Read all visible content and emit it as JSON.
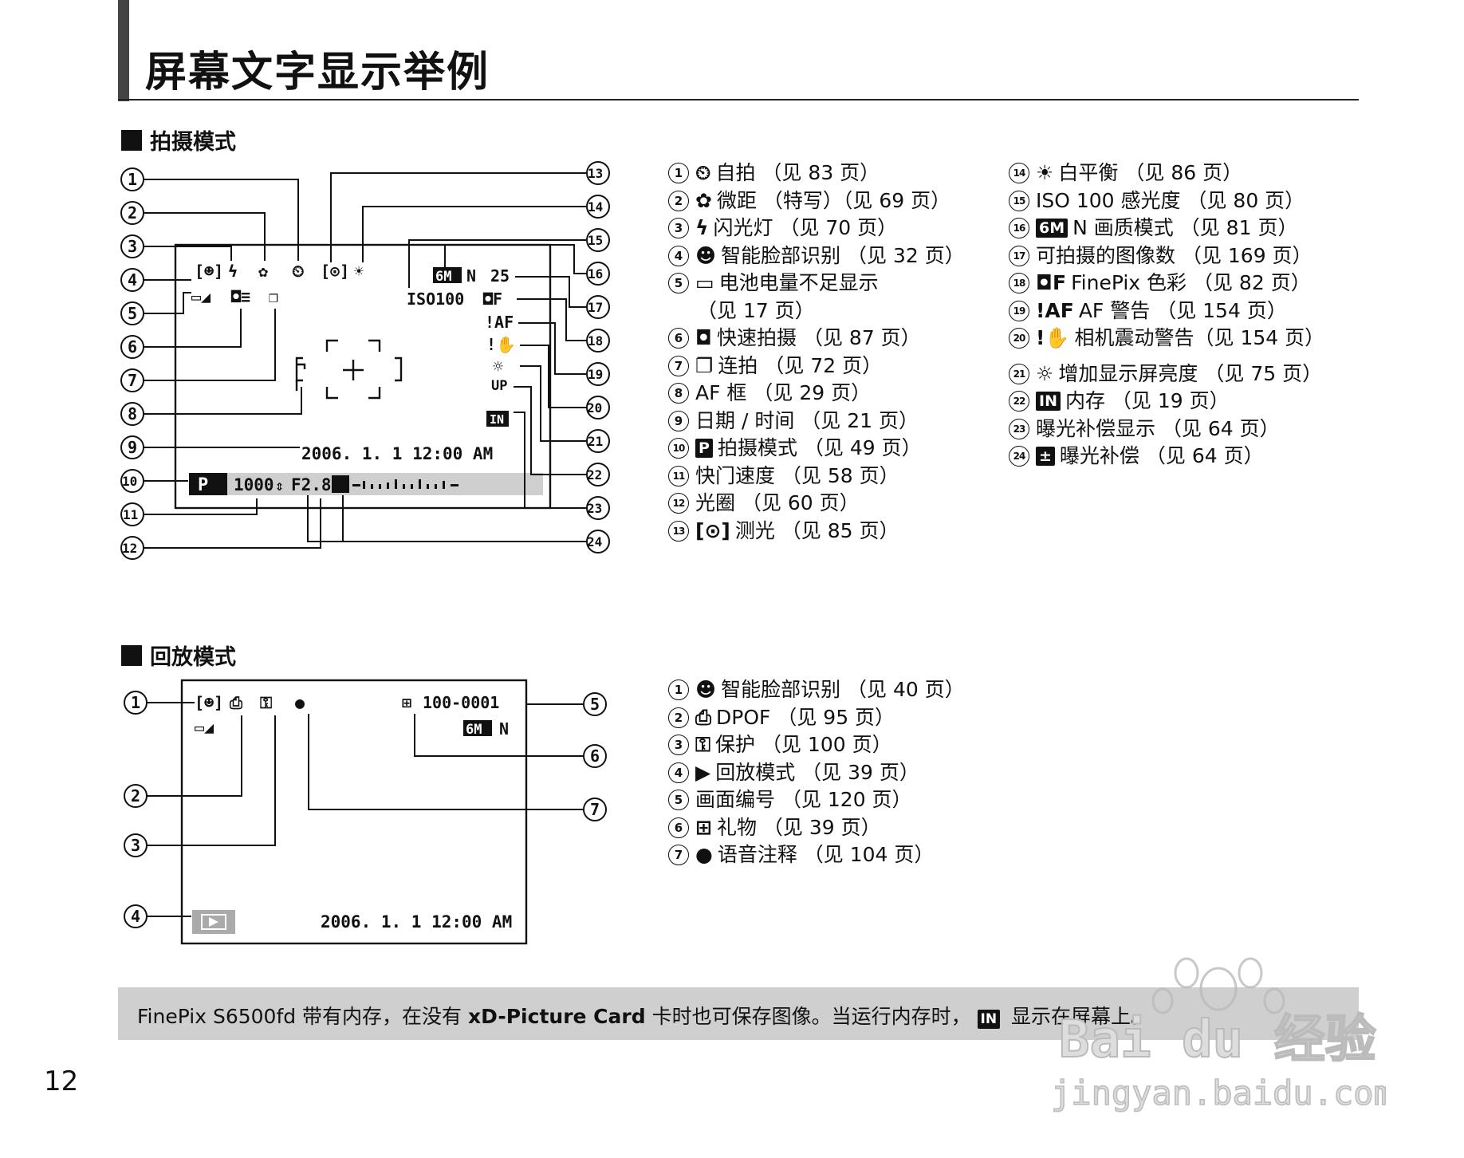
{
  "title": "屏幕文字显示举例",
  "shooting": {
    "heading": "拍摄模式",
    "screen": {
      "iso": "ISO100",
      "quality": "6M",
      "quality_n": "N",
      "shots": "25",
      "datetime": "2006. 1. 1   12:00 AM",
      "mode": "P",
      "shutter": "1000",
      "aperture": "F2.8",
      "af_warn": "!AF",
      "up": "UP",
      "in": "IN"
    },
    "items": [
      {
        "n": "1",
        "icon": "self-timer-icon",
        "glyph": "⏲",
        "text": "自拍 （见 83 页）"
      },
      {
        "n": "2",
        "icon": "macro-icon",
        "glyph": "✿",
        "text": "微距 （特写）（见 69 页）"
      },
      {
        "n": "3",
        "icon": "flash-icon",
        "glyph": "ϟ",
        "text": "闪光灯 （见 70 页）"
      },
      {
        "n": "4",
        "icon": "face-detect-icon",
        "glyph": "☻",
        "text": "智能脸部识别 （见 32 页）"
      },
      {
        "n": "5",
        "icon": "battery-low-icon",
        "glyph": "▭",
        "text": "电池电量不足显示"
      },
      {
        "n": "6",
        "icon": "quick-shoot-icon",
        "glyph": "◘",
        "text": "快速拍摄 （见 87 页）"
      },
      {
        "n": "7",
        "icon": "continuous-icon",
        "glyph": "❐",
        "text": "连拍 （见 72 页）"
      },
      {
        "n": "8",
        "icon": "",
        "glyph": "",
        "text": "AF 框 （见 29 页）"
      },
      {
        "n": "9",
        "icon": "",
        "glyph": "",
        "text": "日期 / 时间 （见 21 页）"
      },
      {
        "n": "10",
        "icon": "shooting-mode-icon",
        "glyph": "P",
        "text": "拍摄模式 （见 49 页）"
      },
      {
        "n": "11",
        "icon": "",
        "glyph": "",
        "text": "快门速度 （见 58 页）"
      },
      {
        "n": "12",
        "icon": "",
        "glyph": "",
        "text": "光圈 （见 60 页）"
      },
      {
        "n": "13",
        "icon": "metering-icon",
        "glyph": "[⊙]",
        "text": "测光 （见 85 页）"
      }
    ],
    "item5_cont": "（见 17 页）",
    "items_right": [
      {
        "n": "14",
        "icon": "white-balance-icon",
        "glyph": "☀",
        "text": "白平衡 （见 86 页）"
      },
      {
        "n": "15",
        "icon": "",
        "glyph": "",
        "text": "ISO 100 感光度 （见 80 页）"
      },
      {
        "n": "16",
        "icon": "quality-icon",
        "glyph": "6M",
        "text": "N 画质模式 （见 81 页）"
      },
      {
        "n": "17",
        "icon": "",
        "glyph": "",
        "text": "可拍摄的图像数 （见 169 页）"
      },
      {
        "n": "18",
        "icon": "color-icon",
        "glyph": "◘F",
        "text": "FinePix 色彩 （见 82 页）"
      },
      {
        "n": "19",
        "icon": "af-warning-icon",
        "glyph": "!AF",
        "text": "AF 警告 （见 154 页）"
      },
      {
        "n": "20",
        "icon": "shake-warning-icon",
        "glyph": "!✋",
        "text": "相机震动警告（见 154 页）"
      },
      {
        "n": "21",
        "icon": "brightness-up-icon",
        "glyph": "☼",
        "text": "增加显示屏亮度 （见 75 页）"
      },
      {
        "n": "22",
        "icon": "internal-memory-icon",
        "glyph": "IN",
        "text": "内存 （见 19 页）"
      },
      {
        "n": "23",
        "icon": "",
        "glyph": "",
        "text": "曝光补偿显示 （见 64 页）"
      },
      {
        "n": "24",
        "icon": "exposure-comp-icon",
        "glyph": "±",
        "text": "曝光补偿 （见 64 页）"
      }
    ]
  },
  "playback": {
    "heading": "回放模式",
    "screen": {
      "frame": "100-0001",
      "quality": "6M",
      "quality_n": "N",
      "datetime": "2006. 1. 1   12:00 AM"
    },
    "items": [
      {
        "n": "1",
        "icon": "face-detect-icon",
        "glyph": "☻",
        "text": "智能脸部识别 （见 40 页）"
      },
      {
        "n": "2",
        "icon": "dpof-icon",
        "glyph": "⎙",
        "text": "DPOF （见 95 页）"
      },
      {
        "n": "3",
        "icon": "protect-icon",
        "glyph": "⚿",
        "text": "保护 （见 100 页）"
      },
      {
        "n": "4",
        "icon": "playback-icon",
        "glyph": "▶",
        "text": "回放模式 （见 39 页）"
      },
      {
        "n": "5",
        "icon": "",
        "glyph": "",
        "text": "画面编号 （见 120 页）"
      },
      {
        "n": "6",
        "icon": "gift-icon",
        "glyph": "⊞",
        "text": "礼物 （见 39 页）"
      },
      {
        "n": "7",
        "icon": "voice-memo-icon",
        "glyph": "●",
        "text": "语音注释 （见 104 页）"
      }
    ]
  },
  "note": {
    "p1": "FinePix S6500fd 带有内存，在没有 ",
    "bold": "xD-Picture Card",
    "p2": " 卡时也可保存图像。当运行内存时，",
    "icon_text": "IN",
    "p3": " 显示在屏幕上。"
  },
  "page_number": "12",
  "watermark": {
    "brand": "Bai du 经验",
    "url": "jingyan.baidu.com"
  }
}
